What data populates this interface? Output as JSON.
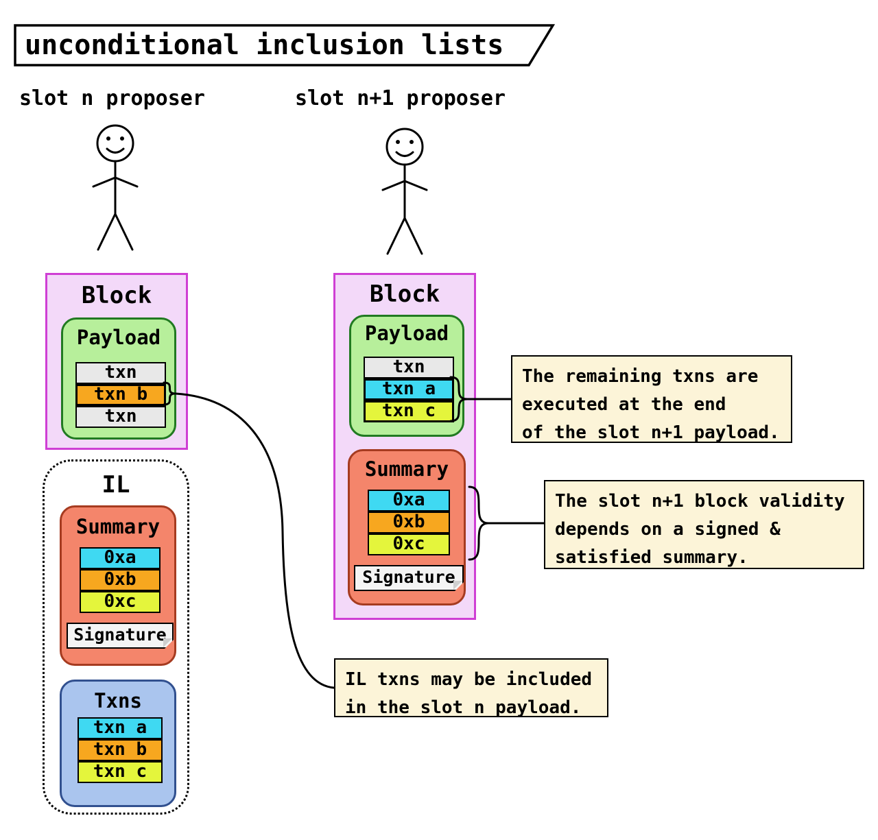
{
  "title": "unconditional inclusion lists",
  "left": {
    "proposer_label": "slot n proposer",
    "block": {
      "label": "Block",
      "payload": {
        "label": "Payload",
        "rows": [
          {
            "label": "txn",
            "color": "#e8e8e8",
            "highlight": false
          },
          {
            "label": "txn b",
            "color": "#f7a71f",
            "highlight": true
          },
          {
            "label": "txn",
            "color": "#e8e8e8",
            "highlight": false
          }
        ]
      }
    },
    "il": {
      "label": "IL",
      "summary": {
        "label": "Summary",
        "rows": [
          {
            "label": "0xa",
            "color": "#3fd9f2",
            "highlight": false
          },
          {
            "label": "0xb",
            "color": "#f7a71f",
            "highlight": false
          },
          {
            "label": "0xc",
            "color": "#e4f53c",
            "highlight": false
          }
        ],
        "signature": "Signature"
      },
      "txns": {
        "label": "Txns",
        "rows": [
          {
            "label": "txn a",
            "color": "#3fd9f2",
            "highlight": false
          },
          {
            "label": "txn b",
            "color": "#f7a71f",
            "highlight": false
          },
          {
            "label": "txn c",
            "color": "#e4f53c",
            "highlight": false
          }
        ]
      }
    }
  },
  "right": {
    "proposer_label": "slot n+1 proposer",
    "block": {
      "label": "Block",
      "payload": {
        "label": "Payload",
        "rows": [
          {
            "label": "txn",
            "color": "#e8e8e8",
            "highlight": false
          },
          {
            "label": "txn a",
            "color": "#3fd9f2",
            "highlight": true
          },
          {
            "label": "txn c",
            "color": "#e4f53c",
            "highlight": true
          }
        ]
      },
      "summary": {
        "label": "Summary",
        "rows": [
          {
            "label": "0xa",
            "color": "#3fd9f2",
            "highlight": false
          },
          {
            "label": "0xb",
            "color": "#f7a71f",
            "highlight": false
          },
          {
            "label": "0xc",
            "color": "#e4f53c",
            "highlight": false
          }
        ],
        "signature": "Signature"
      }
    }
  },
  "annotations": {
    "remaining_txns": "The remaining txns are\nexecuted at the end\nof the slot n+1 payload.",
    "block_validity": "The slot n+1 block validity\ndepends on a signed &\nsatisfied summary.",
    "il_txns": "IL txns may be included\nin the slot n payload."
  },
  "colors": {
    "block_border": "#cf3fd4",
    "block_fill": "#f3d9f9",
    "payload_border": "#217a21",
    "payload_fill": "#b7ef9b",
    "summary_border": "#a63b20",
    "summary_fill": "#f4856b",
    "txns_border": "#31508f",
    "txns_fill": "#aac5ee",
    "note_fill": "#fcf4d8",
    "cyan": "#3fd9f2",
    "orange": "#f7a71f",
    "yellow": "#e4f53c",
    "gray": "#e8e8e8"
  }
}
